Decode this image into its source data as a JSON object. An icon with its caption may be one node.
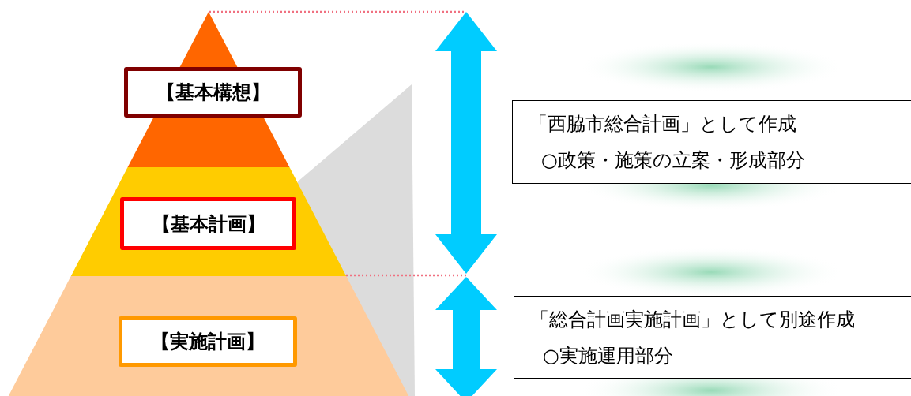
{
  "diagram": {
    "nodes": [
      {
        "text": [
          "【基本構想】"
        ]
      },
      {
        "text": [
          "【基本計画】"
        ]
      },
      {
        "text": [
          "【実施計画】"
        ]
      },
      {
        "text": [
          "「西脇市総合計画」として作成",
          "○政策・施策の立案・形成部分"
        ]
      },
      {
        "text": [
          "「総合計画実施計画」として別途作成",
          "○実施運用部分"
        ]
      }
    ],
    "edges": []
  }
}
